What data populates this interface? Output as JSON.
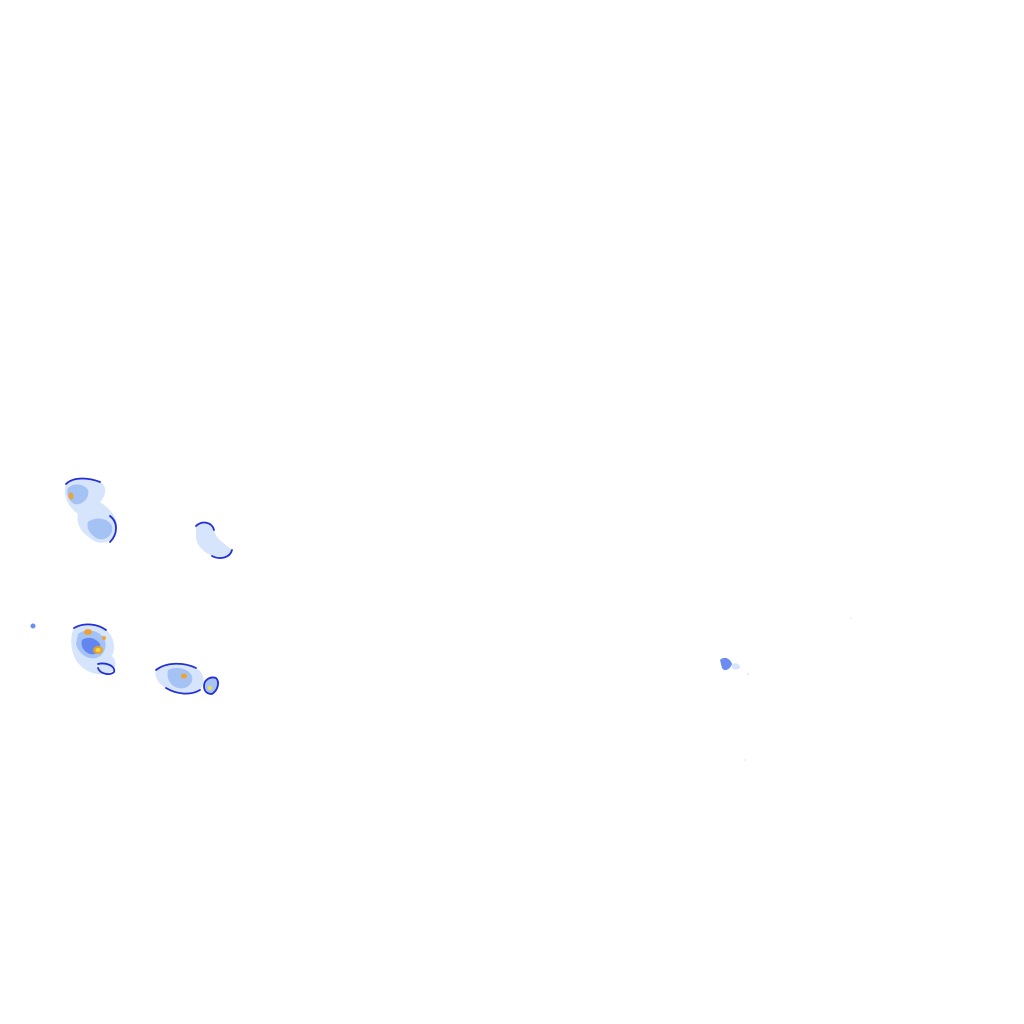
{
  "map": {
    "background_color": "#ffffff",
    "palette": {
      "light": "#cfe0fb",
      "low": "#9fbef3",
      "medium": "#5b7ff0",
      "strong": "#2330d8",
      "intense": "#f3a020",
      "extreme": "#f5e23a"
    },
    "echoes": [
      {
        "id": "cluster-northwest",
        "intensity": "strong"
      },
      {
        "id": "cluster-north-center",
        "intensity": "medium"
      },
      {
        "id": "cluster-west",
        "intensity": "extreme"
      },
      {
        "id": "cluster-southwest",
        "intensity": "intense"
      },
      {
        "id": "cluster-east",
        "intensity": "medium"
      }
    ]
  }
}
